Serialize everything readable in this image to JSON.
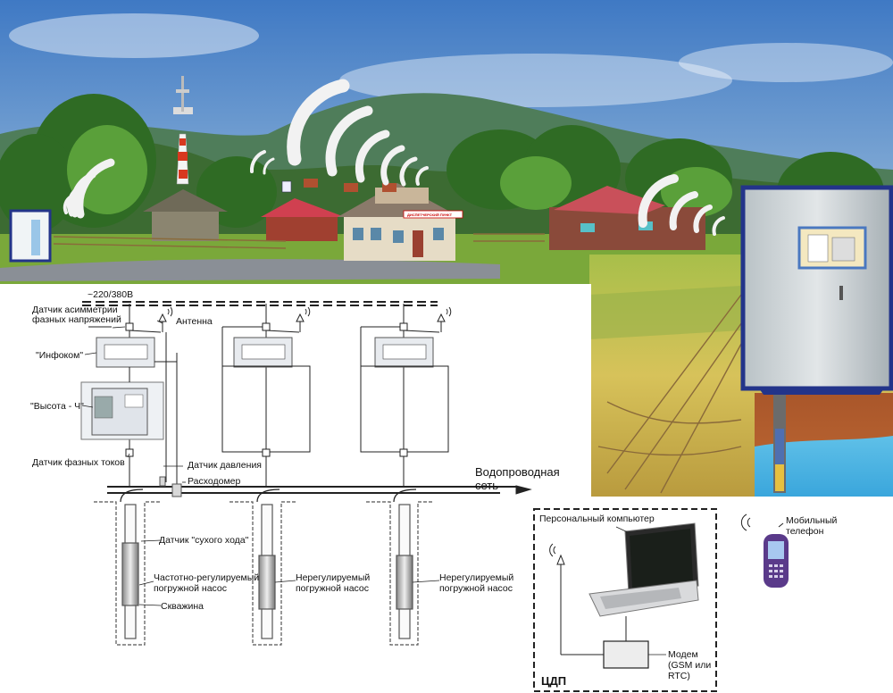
{
  "labels": {
    "voltage": "~220/380В",
    "asym_sensor_1": "Датчик асимметрии",
    "asym_sensor_2": "фазных напряжений",
    "antenna": "Антенна",
    "infokom": "\"Инфоком\"",
    "vysota": "\"Высота - Ч\"",
    "phase_current": "Датчик фазных токов",
    "pressure": "Датчик давления",
    "flowmeter": "Расходомер",
    "water_network_1": "Водопроводная",
    "water_network_2": "сеть",
    "dry_run": "Датчик \"сухого хода\"",
    "pump_freq_1": "Частотно-регулируемый",
    "pump_freq_2": "погружной насос",
    "well": "Скважина",
    "pump_unreg_a_1": "Нерегулируемый",
    "pump_unreg_a_2": "погружной насос",
    "pump_unreg_b_1": "Нерегулируемый",
    "pump_unreg_b_2": "погружной насос",
    "pc": "Персональный компьютер",
    "modem_1": "Модем",
    "modem_2": "(GSM или",
    "modem_3": "RTC)",
    "cdp": "ЦДП",
    "mobile_1": "Мобильный",
    "mobile_2": "телефон",
    "dispatch_sign": "ДИСПЕТЧЕРСКИЙ ПУНКТ"
  },
  "colors": {
    "sky_top": "#3f79c4",
    "sky_bottom": "#c9dcea",
    "hills": "#3d6b3a",
    "grass": "#7aa83a",
    "field": "#c9b24a",
    "signal": "#f2f2f2",
    "booth_frame": "#23348a",
    "pipe": "#222222"
  },
  "icons": [
    "signal-wave-icon",
    "antenna-icon",
    "tower-icon",
    "laptop-icon",
    "mobile-phone-icon",
    "pump-icon"
  ]
}
